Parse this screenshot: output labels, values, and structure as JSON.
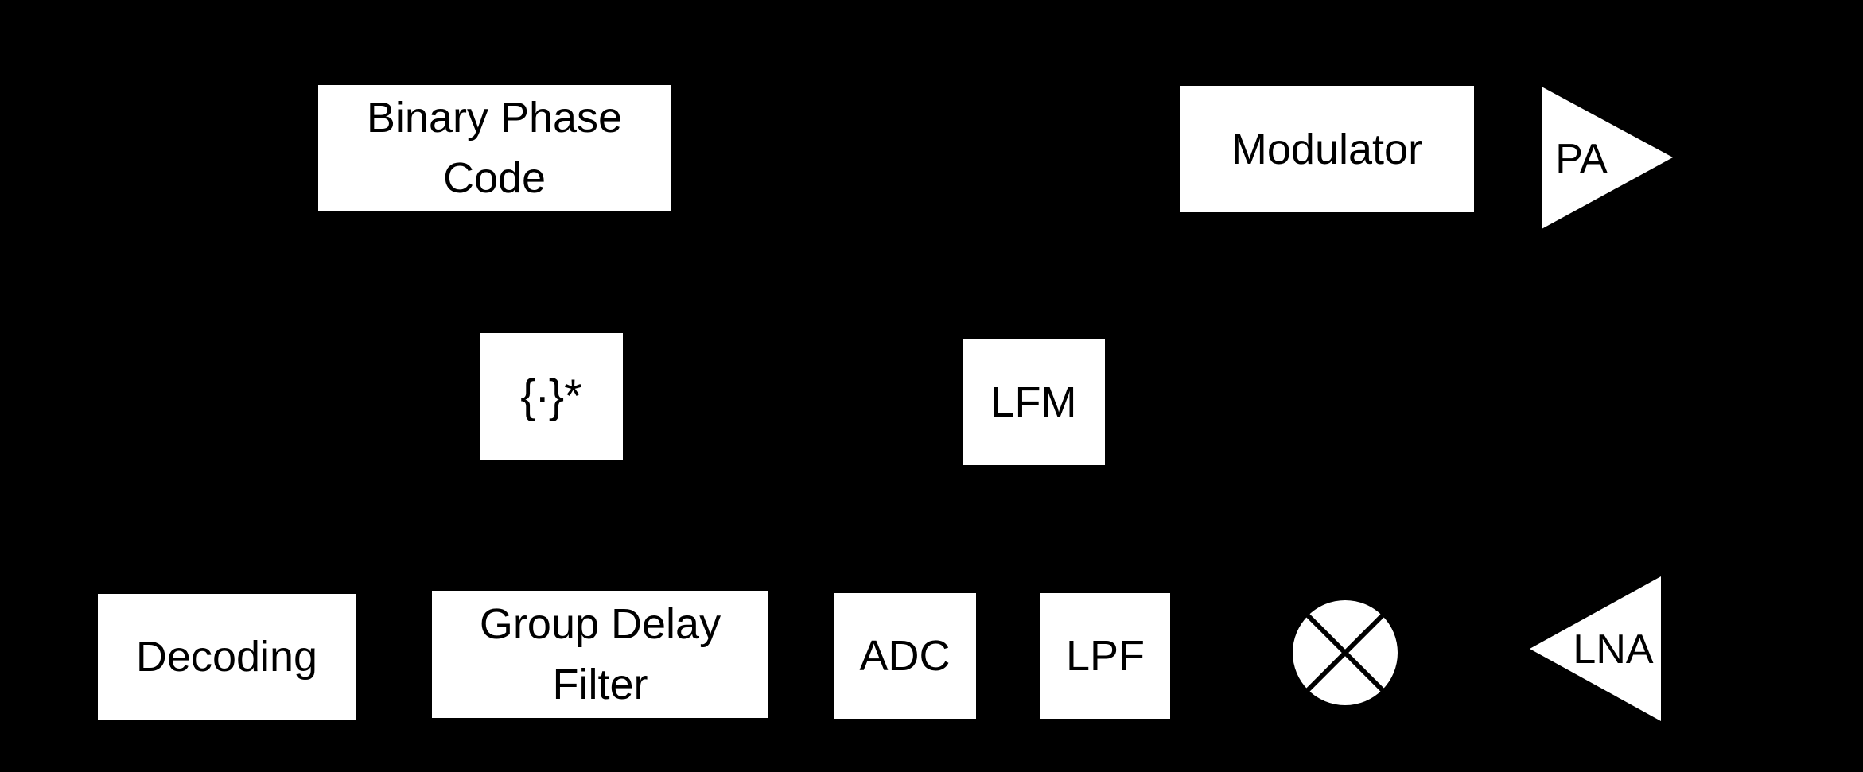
{
  "diagram": {
    "type": "block-diagram",
    "background_color": "#000000",
    "block_fill_color": "#ffffff",
    "block_text_color": "#000000",
    "blocks": {
      "binary_phase_code": {
        "text": "Binary Phase\nCode",
        "shape": "rectangle"
      },
      "modulator": {
        "text": "Modulator",
        "shape": "rectangle"
      },
      "pa": {
        "text": "PA",
        "shape": "right-pointing-triangle"
      },
      "conjugate": {
        "text": "{∙}*",
        "shape": "rectangle"
      },
      "lfm": {
        "text": "LFM",
        "shape": "rectangle"
      },
      "decoding": {
        "text": "Decoding",
        "shape": "rectangle"
      },
      "group_delay_filter": {
        "text": "Group Delay\nFilter",
        "shape": "rectangle"
      },
      "adc": {
        "text": "ADC",
        "shape": "rectangle"
      },
      "lpf": {
        "text": "LPF",
        "shape": "rectangle"
      },
      "mixer": {
        "symbol": "circled-multiplier",
        "shape": "circle-with-x"
      },
      "lna": {
        "text": "LNA",
        "shape": "left-pointing-triangle"
      }
    }
  }
}
